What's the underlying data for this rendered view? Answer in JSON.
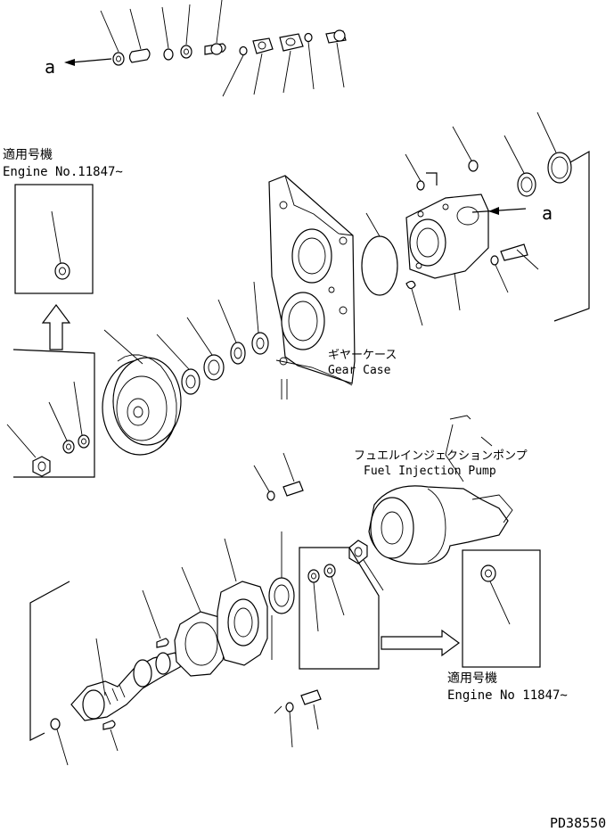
{
  "labels": {
    "ref_a_top": "a",
    "ref_a_right": "a",
    "applicable_jp_left": "適用号機",
    "engine_no_left": "Engine No.11847~",
    "gear_case_jp": "ギヤーケース",
    "gear_case_en": "Gear Case",
    "fuel_pump_jp": "フュエルインジェクションポンプ",
    "fuel_pump_en": "Fuel Injection Pump",
    "applicable_jp_right": "適用号機",
    "engine_no_right": "Engine No 11847~",
    "drawing_no": "PD38550"
  }
}
